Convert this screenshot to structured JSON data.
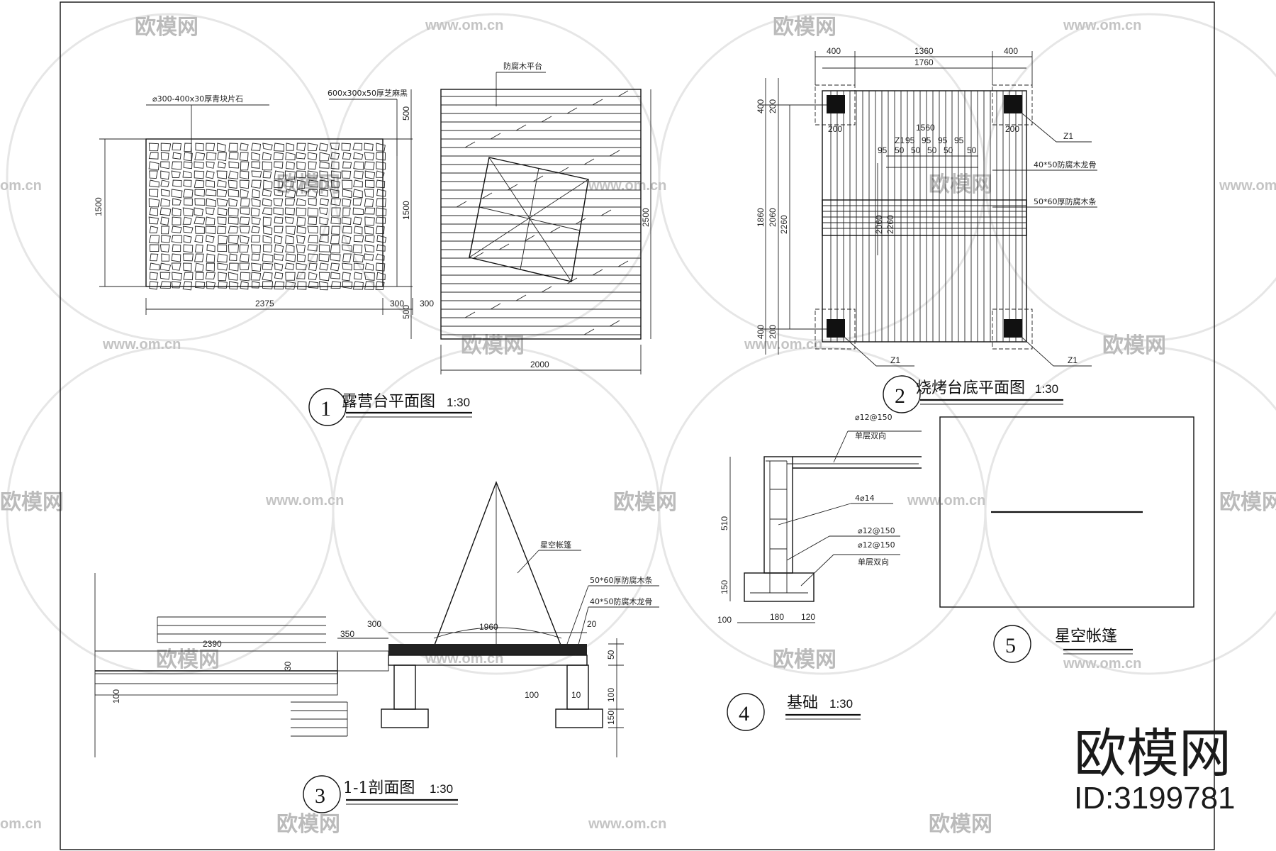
{
  "drawing1": {
    "number": "1",
    "title": "露营台平面图",
    "scale": "1:30",
    "label_stone": "⌀300-400x30厚青块片石",
    "label_mat": "600x300x50厚芝麻黑",
    "label_deck": "防腐木平台",
    "dim_width_stone": "2375",
    "dim_gap1": "300",
    "dim_gap2": "300",
    "dim_height_left": "1500",
    "dim_height_mid": "1500",
    "dim_top": "500",
    "dim_bottom": "500",
    "dim_deck_height": "2500",
    "dim_deck_width": "2000"
  },
  "drawing2": {
    "number": "2",
    "title": "烧烤台底平面图",
    "scale": "1:30",
    "dim_400a": "400",
    "dim_1360": "1360",
    "dim_400b": "400",
    "dim_1760": "1760",
    "dim_200a": "200",
    "dim_200b": "200",
    "dim_1560": "1560",
    "dim_row_z1": "Z1",
    "dim_95": "95",
    "dim_50": "50",
    "dim_1860": "1860",
    "dim_2060": "2060",
    "dim_2260": "2260",
    "dim_400c": "400",
    "dim_200c": "200",
    "dim_400d": "400",
    "dim_200d": "200",
    "label_z1_a": "Z1",
    "label_z1_b": "Z1",
    "label_z1_c": "Z1",
    "label_joist": "40*50防腐木龙骨",
    "label_board": "50*60厚防腐木条"
  },
  "drawing3": {
    "number": "3",
    "title": "1-1剖面图",
    "scale": "1:30",
    "label_tent": "星空帐篷",
    "label_board": "50*60厚防腐木条",
    "label_joist": "40*50防腐木龙骨",
    "dim_1960": "1960",
    "dim_20": "20",
    "dim_350": "350",
    "dim_300": "300",
    "dim_2390": "2390",
    "dim_100a": "100",
    "dim_100b": "100",
    "dim_150": "150",
    "dim_50": "50",
    "dim_30": "30",
    "dim_10": "10"
  },
  "drawing4": {
    "number": "4",
    "title": "基础",
    "scale": "1:30",
    "label_rebar1": "⌀12@150",
    "label_rebar1b": "单层双向",
    "label_rebar2": "4⌀14",
    "label_rebar3": "⌀12@150",
    "label_rebar4": "⌀12@150",
    "label_rebar4b": "单层双向",
    "dim_510": "510",
    "dim_150": "150",
    "dim_100": "100",
    "dim_180": "180",
    "dim_120": "120"
  },
  "drawing5": {
    "number": "5",
    "title": "星空帐篷"
  },
  "watermark": {
    "logo_text": "欧模网",
    "url_text": "www.om.cn",
    "cut_url": "om.cn",
    "cut_logo": "欧模网"
  },
  "brand": {
    "name": "欧模网",
    "id": "ID:3199781"
  }
}
